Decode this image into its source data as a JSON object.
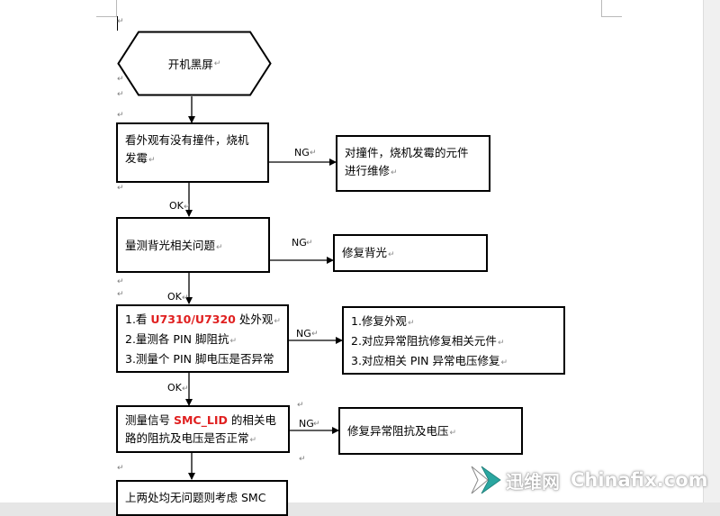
{
  "paragraph_mark": "↵",
  "start_box": {
    "text": "开机黑屏"
  },
  "step1": {
    "lines": [
      "看外观有没有撞件，烧机",
      "发霉"
    ]
  },
  "fix1": {
    "lines": [
      "对撞件，烧机发霉的元件",
      "进行维修"
    ]
  },
  "step2": {
    "lines": [
      "量测背光相关问题"
    ]
  },
  "fix2": {
    "lines": [
      "修复背光"
    ]
  },
  "step3": {
    "line1_prefix": "1.看 ",
    "line1_highlight": "U7310/U7320",
    "line1_suffix": " 处外观",
    "line2": "2.量测各 PIN 脚阻抗",
    "line3": "3.测量个 PIN 脚电压是否异常"
  },
  "fix3": {
    "lines": [
      "1.修复外观",
      "2.对应异常阻抗修复相关元件",
      "3.对应相关 PIN 异常电压修复"
    ]
  },
  "step4": {
    "line1_prefix": "测量信号 ",
    "line1_highlight": "SMC_LID",
    "line1_suffix": " 的相关电",
    "line2": "路的阻抗及电压是否正常"
  },
  "fix4": {
    "lines": [
      "修复异常阻抗及电压"
    ]
  },
  "step5": {
    "lines": [
      "上两处均无问题则考虑 SMC"
    ]
  },
  "labels": {
    "ok": "OK",
    "ng": "NG"
  },
  "watermark": {
    "cn": "迅维网",
    "en": "Chinafix.com"
  },
  "colors": {
    "highlight": "#e02020",
    "border": "#000000",
    "watermark_teal": "#2aa6a0"
  }
}
